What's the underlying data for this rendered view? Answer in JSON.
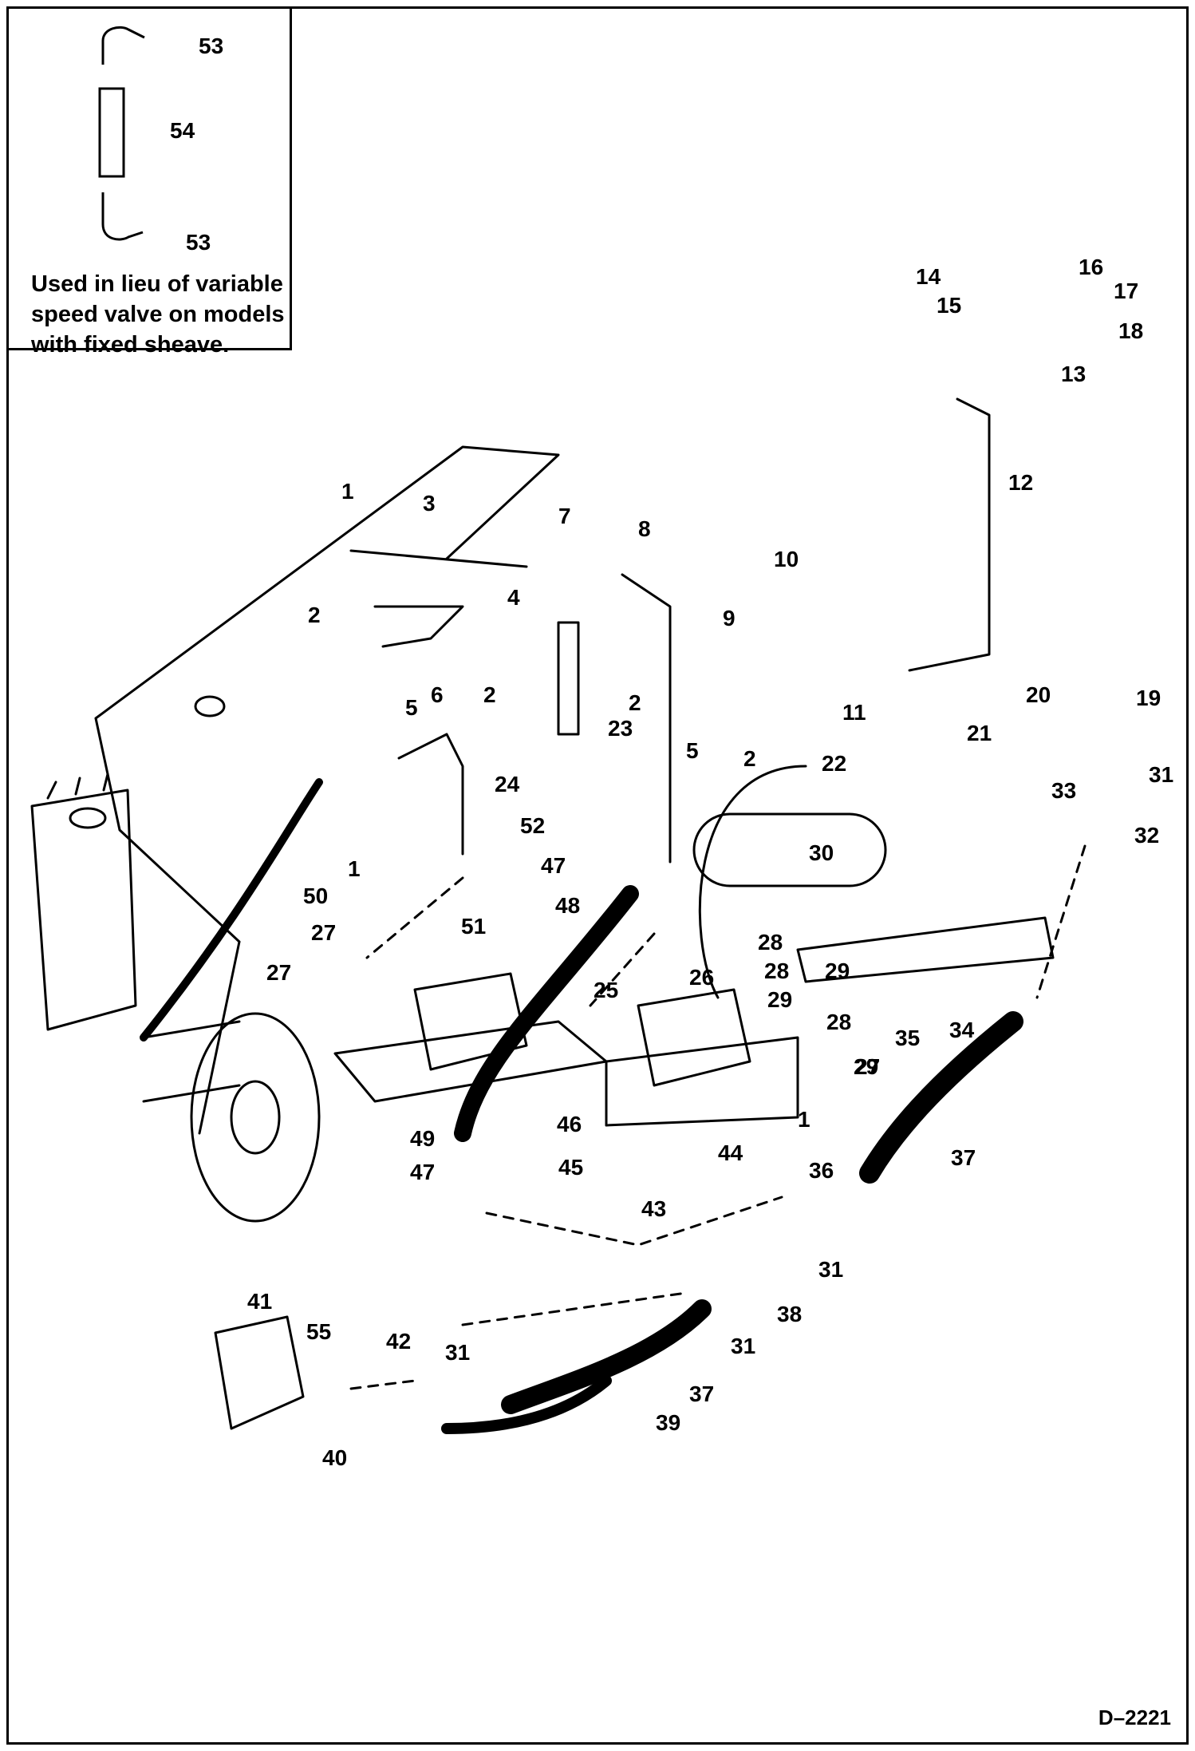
{
  "inset": {
    "note_lines": [
      "Used in lieu of variable",
      "speed valve on models",
      "with fixed sheave."
    ],
    "labels": [
      "53",
      "54",
      "53"
    ]
  },
  "callouts": [
    "1",
    "3",
    "7",
    "8",
    "10",
    "2",
    "4",
    "6",
    "2",
    "2",
    "5",
    "9",
    "5",
    "2",
    "23",
    "11",
    "22",
    "20",
    "21",
    "19",
    "31",
    "33",
    "32",
    "24",
    "52",
    "47",
    "30",
    "1",
    "50",
    "48",
    "51",
    "27",
    "28",
    "27",
    "28",
    "29",
    "28",
    "29",
    "27",
    "25",
    "26",
    "29",
    "35",
    "34",
    "37",
    "1",
    "49",
    "46",
    "47",
    "45",
    "44",
    "36",
    "43",
    "31",
    "38",
    "31",
    "37",
    "41",
    "55",
    "42",
    "31",
    "39",
    "40",
    "12",
    "13",
    "14",
    "15",
    "16",
    "17",
    "18"
  ],
  "drawing_number": "D–2221"
}
